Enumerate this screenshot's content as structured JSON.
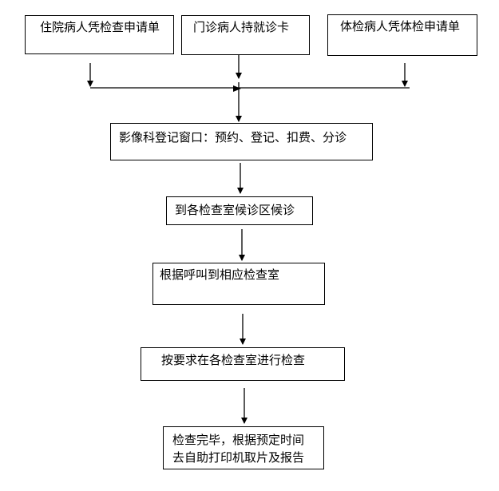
{
  "sources": {
    "inpatient": "住院病人凭检查申请单",
    "outpatient": "门诊病人持就诊卡",
    "checkup": "体检病人凭体检申请单"
  },
  "steps": {
    "registration": "影像科登记窗口：预约、登记、扣费、分诊",
    "waiting": "到各检查室候诊区候诊",
    "call": "根据呼叫到相应检查室",
    "exam": "按要求在各检查室进行检查",
    "report_line1": "检查完毕，根据预定时间",
    "report_line2": "去自助打印机取片及报告"
  },
  "colors": {
    "line": "#000000",
    "background": "#ffffff"
  }
}
